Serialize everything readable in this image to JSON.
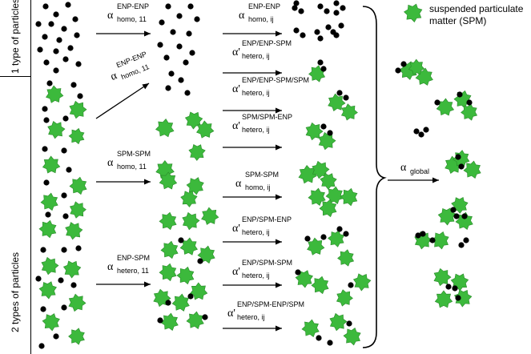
{
  "side_labels": {
    "one_type": "1 type of particles",
    "two_types": "2 types of particles"
  },
  "legend": {
    "spm_label": "suspended particulate matter (SPM)",
    "spm_color": "#3cb93c",
    "enp_color": "#000000"
  },
  "rates": [
    {
      "symbol": "α",
      "sup": "ENP-ENP",
      "sub": "homo, 11"
    },
    {
      "symbol": "α",
      "sup": "ENP-ENP",
      "sub": "homo, 11"
    },
    {
      "symbol": "α",
      "sup": "SPM-SPM",
      "sub": "homo, 11"
    },
    {
      "symbol": "α",
      "sup": "ENP-SPM",
      "sub": "hetero, 11"
    },
    {
      "symbol": "α",
      "sup": "ENP-ENP",
      "sub": "homo, ij"
    },
    {
      "symbol": "α'",
      "sup": "ENP/ENP-SPM",
      "sub": "hetero, ij"
    },
    {
      "symbol": "α'",
      "sup": "ENP/ENP-SPM/SPM",
      "sub": "hetero, ij"
    },
    {
      "symbol": "α'",
      "sup": "SPM/SPM-ENP",
      "sub": "hetero, ij"
    },
    {
      "symbol": "α",
      "sup": "SPM-SPM",
      "sub": "homo, ij"
    },
    {
      "symbol": "α'",
      "sup": "ENP/SPM-ENP",
      "sub": "hetero, ij"
    },
    {
      "symbol": "α'",
      "sup": "ENP/SPM-SPM",
      "sub": "hetero, ij"
    },
    {
      "symbol": "α'",
      "sup": "ENP/SPM-ENP/SPM",
      "sub": "hetero, ij"
    },
    {
      "symbol": "α",
      "sup": "",
      "sub": "global"
    }
  ]
}
